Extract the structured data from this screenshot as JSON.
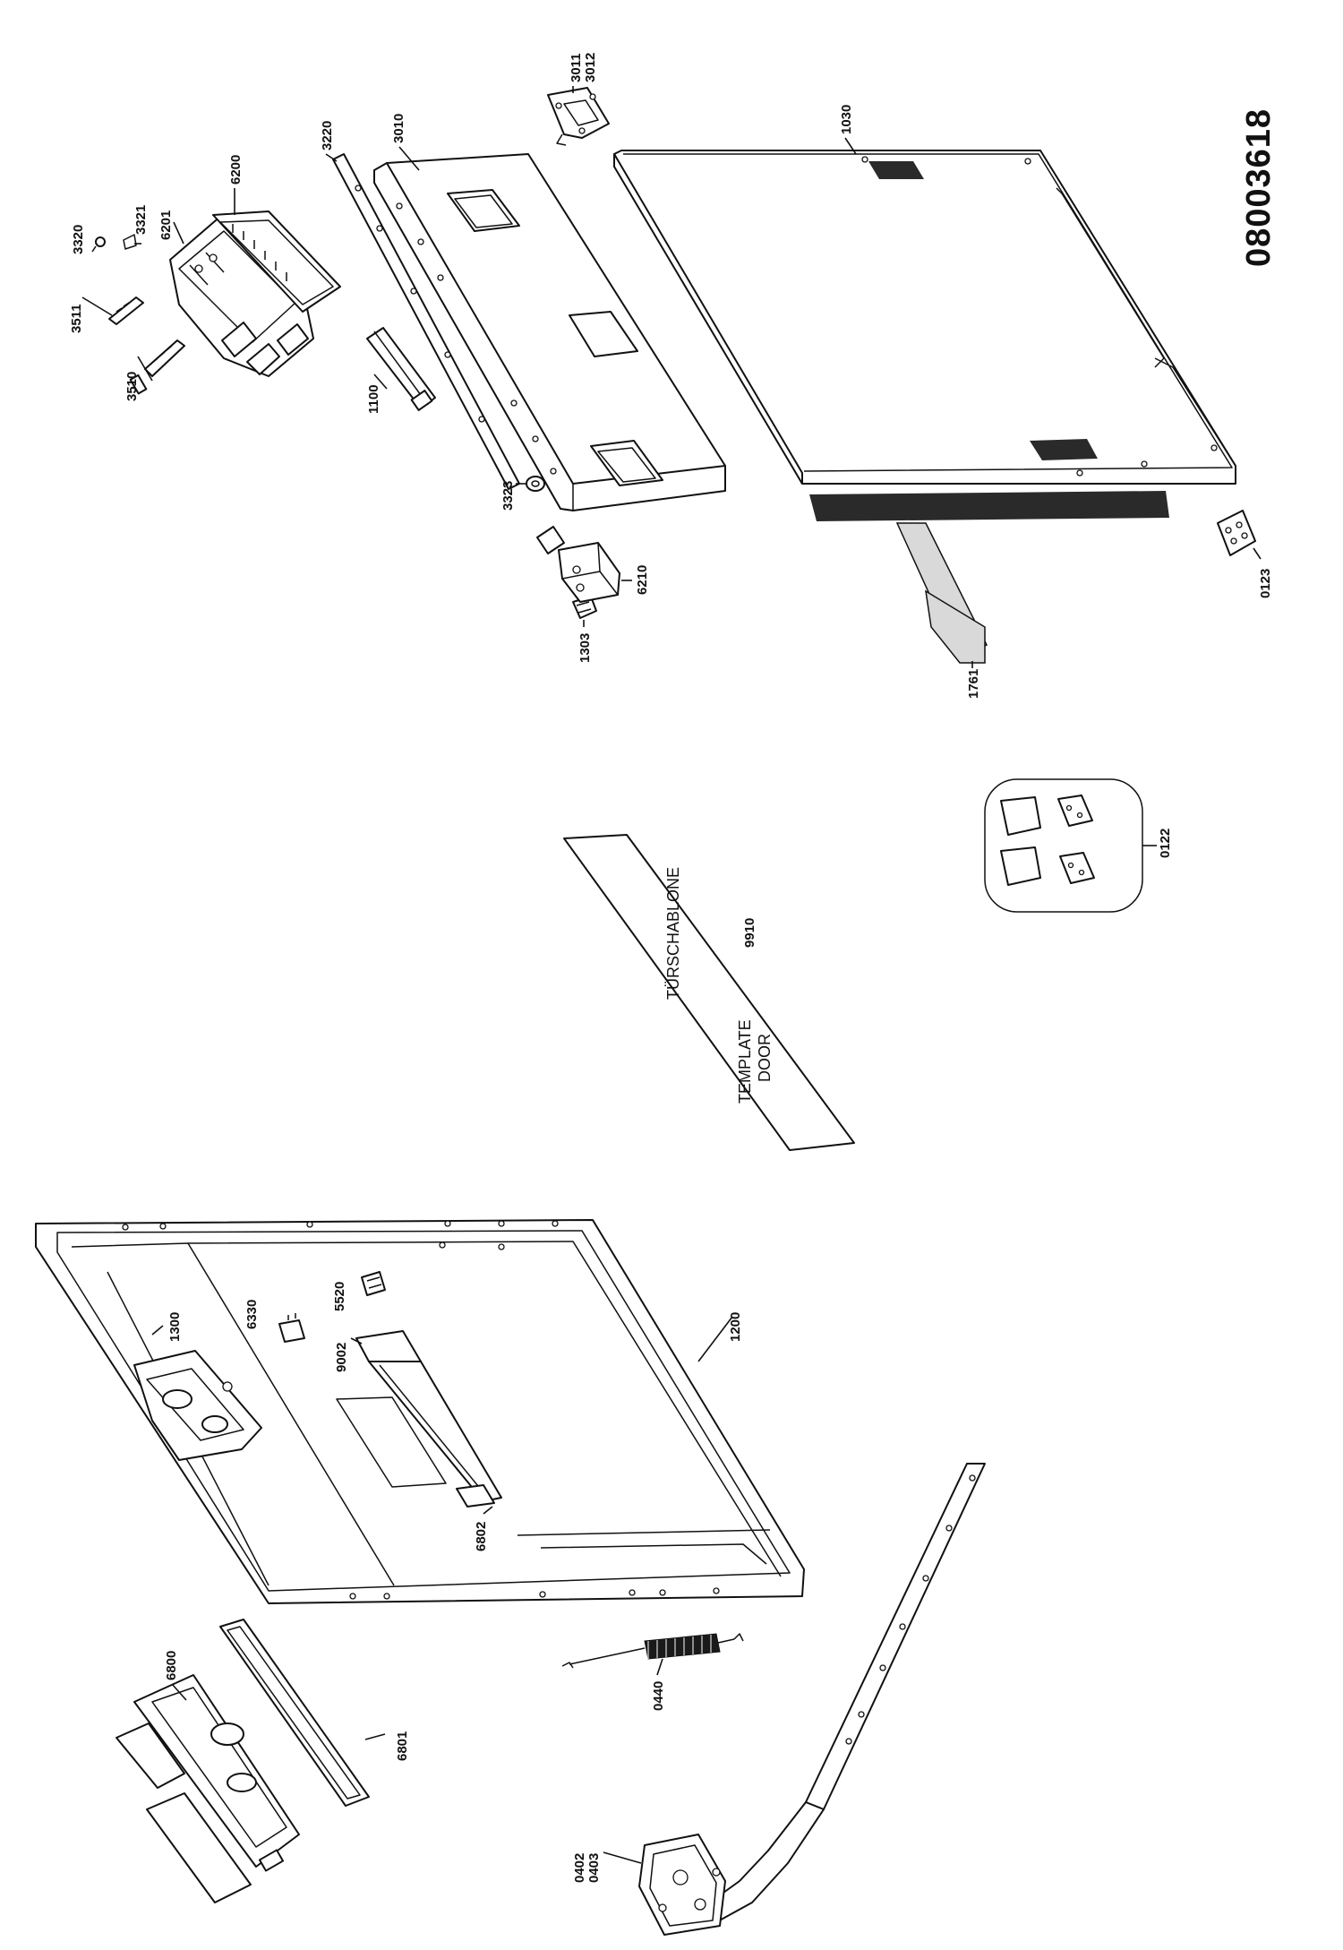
{
  "document_number": "08003618",
  "template": {
    "part_number": "9910",
    "label_de": "TÜRSCHABLONE",
    "label_en_line1": "TEMPLATE",
    "label_en_line2": "DOOR"
  },
  "labels": {
    "p3510": "3510",
    "p3511": "3511",
    "p3320": "3320",
    "p3321": "3321",
    "p6201": "6201",
    "p6200": "6200",
    "p3220": "3220",
    "p3010": "3010",
    "p1100": "1100",
    "p3323": "3323",
    "p1303": "1303",
    "p6210": "6210",
    "p3011": "3011",
    "p3012": "3012",
    "p1030": "1030",
    "p1761": "1761",
    "p0123": "0123",
    "p0122": "0122",
    "p1300": "1300",
    "p6330": "6330",
    "p5520": "5520",
    "p9002": "9002",
    "p1200": "1200",
    "p6802": "6802",
    "p6800": "6800",
    "p6801": "6801",
    "p0440": "0440",
    "p0402": "0402",
    "p0403": "0403"
  }
}
